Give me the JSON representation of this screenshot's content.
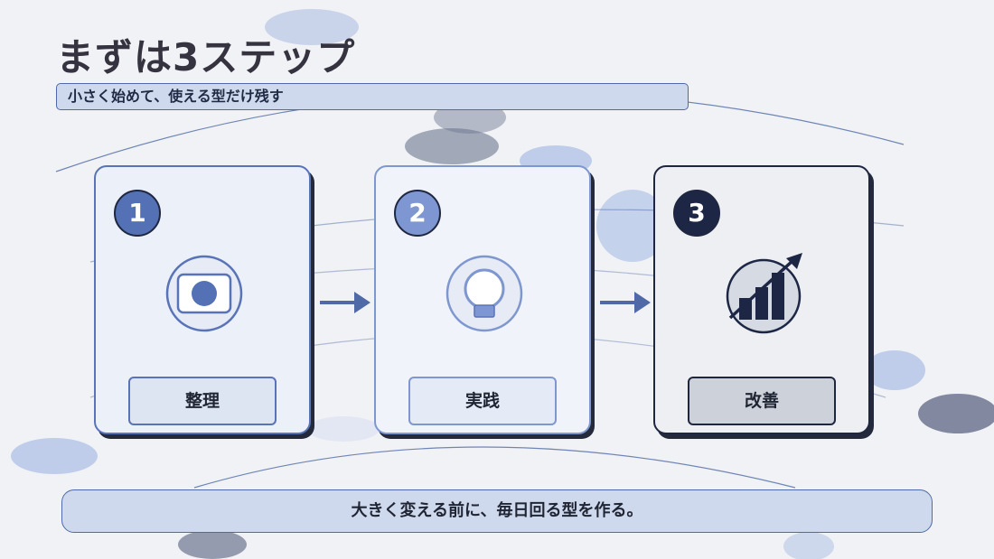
{
  "slide": {
    "title": "まずは3ステップ",
    "subtitle": "小さく始めて、使える型だけ残す",
    "footer": "大きく変える前に、毎日回る型を作る。"
  },
  "steps": [
    {
      "number": "1",
      "label": "整理",
      "icon": "id-card-icon",
      "accent": "#5471b6"
    },
    {
      "number": "2",
      "label": "実践",
      "icon": "lightbulb-icon",
      "accent": "#7e97d2"
    },
    {
      "number": "3",
      "label": "改善",
      "icon": "growth-chart-icon",
      "accent": "#1d2745"
    }
  ],
  "colors": {
    "title": "#34333f",
    "band": "#cfd9ee",
    "border": "#4f6aa6",
    "shadow": "#242a3b"
  }
}
